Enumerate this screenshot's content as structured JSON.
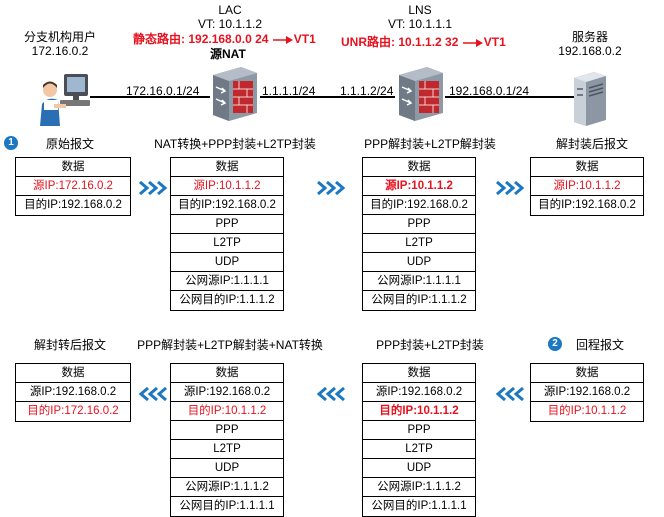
{
  "nodes": {
    "user": {
      "label": "分支机构用户",
      "ip": "172.16.0.2"
    },
    "lac": {
      "name": "LAC",
      "vt": "VT: 10.1.1.2",
      "route_prefix": "静态路由: ",
      "route_detail": "192.168.0.0 24",
      "route_target": "VT1",
      "nat": "源NAT"
    },
    "lns": {
      "name": "LNS",
      "vt": "VT: 10.1.1.1",
      "route_prefix": "UNR路由: ",
      "route_detail": "10.1.1.2 32",
      "route_target": "VT1"
    },
    "server": {
      "label": "服务器",
      "ip": "192.168.0.2"
    }
  },
  "links": {
    "user_lac": "172.16.0.1/24",
    "lac_out": "1.1.1.1/24",
    "lns_in": "1.1.1.2/24",
    "lns_server": "192.168.0.1/24"
  },
  "forward": {
    "badge": "1",
    "stages": [
      {
        "title": "原始报文",
        "rows": [
          {
            "text": "数据"
          },
          {
            "text": "源IP:172.16.0.2",
            "red": true
          },
          {
            "text": "目的IP:192.168.0.2"
          }
        ]
      },
      {
        "title": "NAT转换+PPP封装+L2TP封装",
        "rows": [
          {
            "text": "数据"
          },
          {
            "text": "源IP:10.1.1.2",
            "red": true
          },
          {
            "text": "目的IP:192.168.0.2"
          },
          {
            "text": "PPP"
          },
          {
            "text": "L2TP"
          },
          {
            "text": "UDP"
          },
          {
            "text": "公网源IP:1.1.1.1"
          },
          {
            "text": "公网目的IP:1.1.1.2"
          }
        ]
      },
      {
        "title": "PPP解封装+L2TP解封装",
        "rows": [
          {
            "text": "数据"
          },
          {
            "text": "源IP:10.1.1.2",
            "red": true,
            "bold": true
          },
          {
            "text": "目的IP:192.168.0.2"
          },
          {
            "text": "PPP"
          },
          {
            "text": "L2TP"
          },
          {
            "text": "UDP"
          },
          {
            "text": "公网源IP:1.1.1.1"
          },
          {
            "text": "公网目的IP:1.1.1.2"
          }
        ]
      },
      {
        "title": "解封装后报文",
        "rows": [
          {
            "text": "数据"
          },
          {
            "text": "源IP:10.1.1.2",
            "red": true
          },
          {
            "text": "目的IP:192.168.0.2"
          }
        ]
      }
    ]
  },
  "backward": {
    "badge": "2",
    "stages": [
      {
        "title": "解封转后报文",
        "rows": [
          {
            "text": "数据"
          },
          {
            "text": "源IP:192.168.0.2"
          },
          {
            "text": "目的IP:172.16.0.2",
            "red": true
          }
        ]
      },
      {
        "title": "PPP解封装+L2TP解封装+NAT转换",
        "rows": [
          {
            "text": "数据"
          },
          {
            "text": "源IP:192.168.0.2"
          },
          {
            "text": "目的IP:10.1.1.2",
            "red": true
          },
          {
            "text": "PPP"
          },
          {
            "text": "L2TP"
          },
          {
            "text": "UDP"
          },
          {
            "text": "公网源IP:1.1.1.2"
          },
          {
            "text": "公网目的IP:1.1.1.1"
          }
        ]
      },
      {
        "title": "PPP封装+L2TP封装",
        "rows": [
          {
            "text": "数据"
          },
          {
            "text": "源IP:192.168.0.2"
          },
          {
            "text": "目的IP:10.1.1.2",
            "red": true,
            "bold": true
          },
          {
            "text": "PPP"
          },
          {
            "text": "L2TP"
          },
          {
            "text": "UDP"
          },
          {
            "text": "公网源IP:1.1.1.2"
          },
          {
            "text": "公网目的IP:1.1.1.1"
          }
        ]
      },
      {
        "title": "回程报文",
        "rows": [
          {
            "text": "数据"
          },
          {
            "text": "源IP:192.168.0.2"
          },
          {
            "text": "目的IP:10.1.1.2",
            "red": true
          }
        ]
      }
    ]
  },
  "colors": {
    "accent": "#1c78c0",
    "highlight": "#e8121f",
    "firewall": "#c0282d"
  },
  "icons": [
    "user-pc-icon",
    "firewall-icon",
    "server-icon",
    "double-chevron-right-icon",
    "double-chevron-left-icon"
  ]
}
